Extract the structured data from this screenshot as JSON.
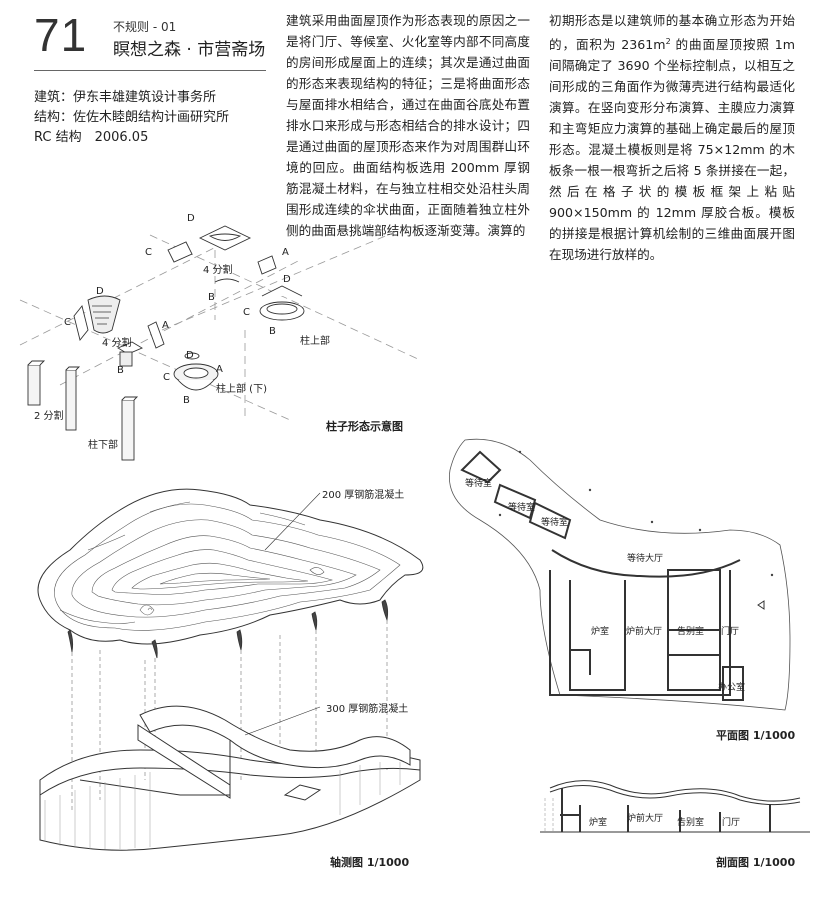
{
  "header": {
    "number": "71",
    "category": "不规则 - 01",
    "title": "瞑想之森 · 市营斋场"
  },
  "credits": [
    "建筑：伊东丰雄建筑设计事务所",
    "结构：佐佐木睦朗结构计画研究所",
    "RC 结构　2006.05"
  ],
  "text": {
    "col1": "建筑采用曲面屋顶作为形态表现的原因之一是将门厅、等候室、火化室等内部不同高度的房间形成屋面上的连续；其次是通过曲面的形态来表现结构的特征；三是将曲面形态与屋面排水相结合，通过在曲面谷底处布置排水口来形成与形态相结合的排水设计；四是通过曲面的屋顶形态来作为对周围群山环境的回应。曲面结构板选用 200mm 厚钢筋混凝土材料，在与独立柱相交处沿柱头周围形成连续的伞状曲面，正面随着独立柱外侧的曲面悬挑端部结构板逐渐变薄。演算的",
    "col2_a": "初期形态是以建筑师的基本确立形态为开始的，面积为 2361m",
    "col2_sup": "2",
    "col2_b": " 的曲面屋顶按照 1m 间隔确定了 3690 个坐标控制点，以相互之间形成的三角面作为微薄壳进行结构最适化演算。在竖向变形分布演算、主膜应力演算和主弯矩应力演算的基础上确定最后的屋顶形态。混凝土模板则是将 75×12mm 的木板条一根一根弯折之后将 5 条拼接在一起，然后在格子状的模板框架上粘贴 900×150mm 的 12mm 厚胶合板。模板的拼接是根据计算机绘制的三维曲面展开图在现场进行放样的。"
  },
  "column_diagram": {
    "caption": "柱子形态示意图",
    "letters": {
      "a": "A",
      "b": "B",
      "c": "C",
      "d": "D"
    },
    "split4": "4 分割",
    "split2": "2 分割",
    "col_top": "柱上部",
    "col_top_lower": "柱上部 (下)",
    "col_bottom": "柱下部"
  },
  "axon": {
    "caption": "轴测图 1/1000",
    "roof_label": "200 厚钢筋混凝土",
    "wall_label": "300 厚钢筋混凝土"
  },
  "plan": {
    "caption": "平面图 1/1000",
    "rooms": {
      "wait": "等待室",
      "hall": "等待大厅",
      "furnace": "炉室",
      "furnace_hall": "炉前大厅",
      "farewell": "告别室",
      "entrance": "门厅",
      "office": "办公室"
    }
  },
  "section": {
    "caption": "剖面图 1/1000",
    "rooms": {
      "furnace": "炉室",
      "furnace_hall": "炉前大厅",
      "farewell": "告别室",
      "entrance": "门厅"
    }
  }
}
